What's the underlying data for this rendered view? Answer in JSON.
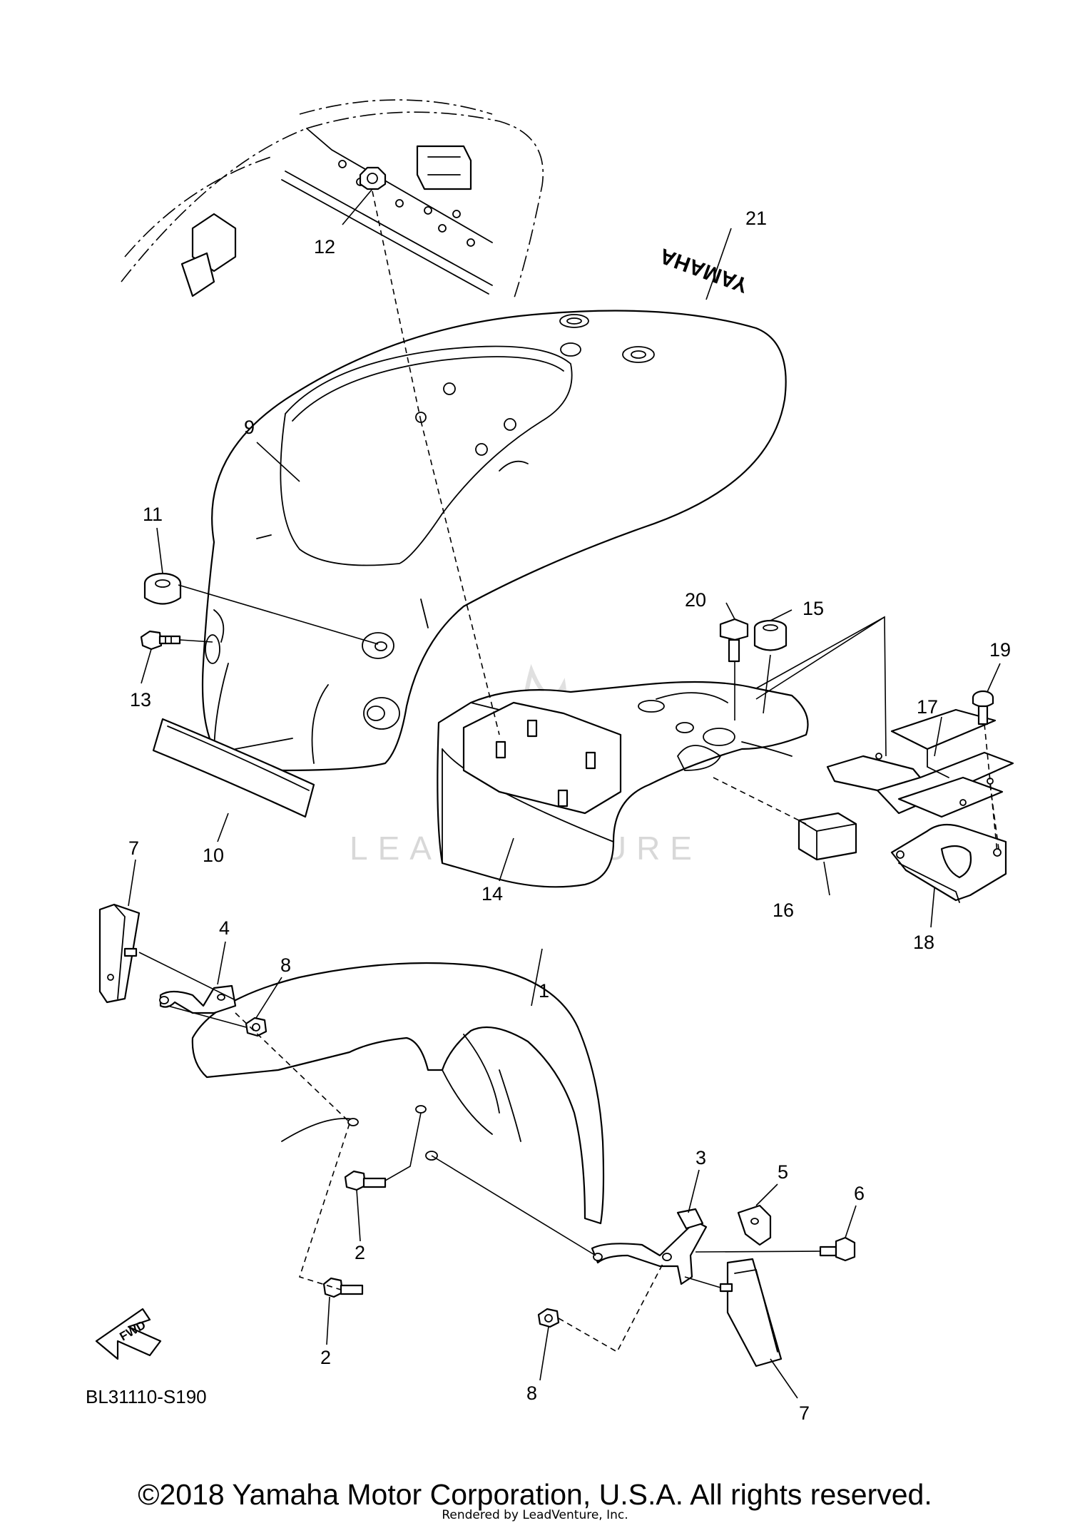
{
  "diagram": {
    "code": "BL31110-S190",
    "fwd_label": "FWD",
    "decal_text": "YAMAHA",
    "watermark": "LEADVENTURE",
    "callouts": {
      "c1": "1",
      "c2a": "2",
      "c2b": "2",
      "c3": "3",
      "c4": "4",
      "c5": "5",
      "c6": "6",
      "c7a": "7",
      "c7b": "7",
      "c8a": "8",
      "c8b": "8",
      "c9": "9",
      "c10": "10",
      "c11": "11",
      "c12": "12",
      "c13": "13",
      "c14": "14",
      "c15": "15",
      "c16": "16",
      "c17": "17",
      "c18": "18",
      "c19": "19",
      "c20": "20",
      "c21": "21"
    }
  },
  "footer": {
    "copyright": "©2018 Yamaha Motor Corporation, U.S.A. All rights reserved.",
    "rendered_by": "Rendered by LeadVenture, Inc."
  }
}
